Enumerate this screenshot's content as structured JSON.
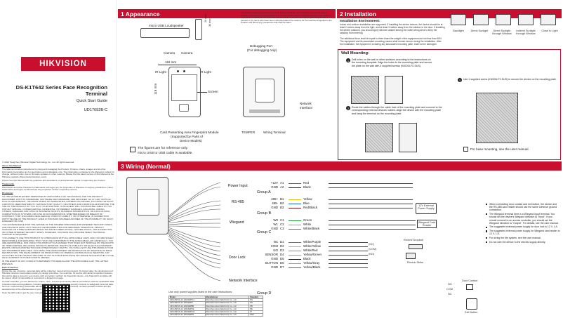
{
  "cover": {
    "logo": "HIKVISION",
    "title": "DS-K1T642 Series Face Recognition Terminal",
    "guide": "Quick Start Guide",
    "code": "UD17692B-C",
    "legal": [
      "© 2023 Hangzhou Hikvision Digital Technology Co., Ltd. All rights reserved.",
      "About this Manual",
      "The Manual includes instructions for using and managing the Product. Pictures, charts, images and all other information hereinafter are for description and explanation only. The information contained in the Manual is subject to change, without notice, due to firmware updates or other reasons. Please find the latest version of this Manual at the Hikvision website (https://www.hikvision.com/).",
      "Please use this Manual with the guidance and assistance of professionals trained in supporting the Product.",
      "Trademarks",
      "HIKVISION and other Hikvision's trademarks and logos are the properties of Hikvision in various jurisdictions. Other trademarks and logos mentioned are the properties of their respective owners.",
      "Disclaimer",
      "TO THE MAXIMUM EXTENT PERMITTED BY APPLICABLE LAW, THIS MANUAL AND THE PRODUCT DESCRIBED, WITH ITS HARDWARE, SOFTWARE AND FIRMWARE, ARE PROVIDED \"AS IS\" AND \"WITH ALL FAULTS AND ERRORS\". HIKVISION MAKES NO WARRANTIES, EXPRESS OR IMPLIED, INCLUDING WITHOUT LIMITATION, MERCHANTABILITY, SATISFACTORY QUALITY, OR FITNESS FOR A PARTICULAR PURPOSE. THE USE OF THE PRODUCT BY YOU IS AT YOUR OWN RISK. IN NO EVENT WILL HIKVISION BE LIABLE TO YOU FOR ANY SPECIAL, CONSEQUENTIAL, INCIDENTAL, OR INDIRECT DAMAGES, INCLUDING, AMONG OTHERS, DAMAGES FOR LOSS OF BUSINESS PROFITS, BUSINESS INTERRUPTION, OR LOSS OF DATA, CORRUPTION OF SYSTEMS, OR LOSS OF DOCUMENTATION, WHETHER BASED ON BREACH OF CONTRACT, TORT (INCLUDING NEGLIGENCE), PRODUCT LIABILITY, OR OTHERWISE, IN CONNECTION WITH THE USE OF THE PRODUCT, EVEN IF HIKVISION HAS BEEN ADVISED OF THE POSSIBILITY OF SUCH DAMAGES OR LOSS.",
      "YOU ACKNOWLEDGE THAT THE NATURE OF THE INTERNET PROVIDES FOR INHERENT SECURITY RISKS, AND HIKVISION SHALL NOT TAKE ANY RESPONSIBILITIES FOR ABNORMAL OPERATION, PRIVACY LEAKAGE OR OTHER DAMAGES RESULTING FROM CYBER-ATTACK, HACKER ATTACK, VIRUS INFECTION, OR OTHER INTERNET SECURITY RISKS; HOWEVER, HIKVISION WILL PROVIDE TIMELY TECHNICAL SUPPORT IF REQUIRED.",
      "YOU AGREE TO USE THIS PRODUCT IN COMPLIANCE WITH ALL APPLICABLE LAWS, AND YOU ARE SOLELY RESPONSIBLE FOR ENSURING THAT YOUR USE CONFORMS TO THE APPLICABLE LAW. ESPECIALLY, YOU ARE RESPONSIBLE, FOR USING THIS PRODUCT IN A MANNER THAT DOES NOT INFRINGE ON THE RIGHTS OF THIRD PARTIES, INCLUDING WITHOUT LIMITATION, RIGHTS OF PUBLICITY, INTELLECTUAL PROPERTY RIGHTS, OR DATA PROTECTION AND OTHER PRIVACY RIGHTS. YOU SHALL NOT USE THIS PRODUCT FOR ANY PROHIBITED END-USES, INCLUDING THE DEVELOPMENT OR PRODUCTION OF WEAPONS OF MASS DESTRUCTION, THE DEVELOPMENT OR PRODUCTION OF CHEMICAL OR BIOLOGICAL WEAPONS, ANY ACTIVITIES IN THE CONTEXT RELATED TO ANY NUCLEAR EXPLOSIVE OR UNSAFE NUCLEAR FUEL-CYCLE, OR IN SUPPORT OF HUMAN RIGHTS ABUSES.",
      "IN THE EVENT OF ANY CONFLICTS BETWEEN THIS MANUAL AND THE APPLICABLE LAW, THE LATTER PREVAILS.",
      "Data Protection",
      "During the use of device, personal data will be collected, stored and processed. To protect data, the development of Hikvision devices incorporates privacy by design principles. For example, for device with facial recognition features, biometrics data is stored in your device with encryption method; for fingerprint device, only fingerprint template will be saved, which is impossible to reconstruct a fingerprint image.",
      "As data controller, you are advised to collect, store, process and transfer data in accordance with the applicable data protection laws and regulations, including without limitation, conducting security controls to safeguard personal data, such as, implementing reasonable administrative and physical security controls, conduct periodic reviews and the assessments of the effectiveness of your security controls.",
      "Scan the QR code to get the user manual for detailed information."
    ]
  },
  "appearance": {
    "header": "1 Appearance",
    "labels": {
      "microusb": "micro USB Loudspeaker",
      "camera1": "Camera",
      "camera2": "Camera",
      "irlight1": "IR Light",
      "irlight2": "IR Light",
      "width_top": "118 mm",
      "height_side": "119 mm",
      "screen": "Screen",
      "card": "Card Presenting Area Fingerprint Module",
      "card2": "(Supported by Parts of",
      "card3": "Device Models)",
      "debug": "Debugging Port",
      "debug2": "(For debugging only)",
      "network": "Network",
      "network2": "Interface",
      "tamper": "TEMPER",
      "wiring": "Wiring Terminal",
      "dim1": "20 mm",
      "dim2": "34 mm"
    },
    "note_top": "The sticker maybe first up to the terminal. Before installing, you should strictly use the mount location. Clean the mounting surface. It is a clear that the device holding tolerance. This device is required for installation in a restricted access location, access can only be gained by service persons or by users who have been instructed about the reasons for the restrictions applied to the location and about any precautions that shall be taken.",
    "note_bottom1": "The figures are for reference only.",
    "note_bottom2": "micro USB to USB cable is available."
  },
  "installation": {
    "header": "2 Installation",
    "env_title": "Installation Environment:",
    "env_text": "Indoor and outdoor installation are supported. If installing the device indoors, the device should be at least 2 meters away from the light, and at least 3 meters away from the window or the door. If installing the device outdoors, you should apply silicone sealant among the cable wiring area to keep the raindrop from entering.",
    "env_note": "The additional force shall be equal to three times the weight of the equipment but not less than 50N. The equipment and its associated mounting means shall remain secure during the installation. After the installation, the equipment, including any associated mounting plate, shall not be damaged.",
    "icons": [
      "Backlight",
      "Direct Sunlight",
      "Direct Sunlight through Window",
      "Indirect Sunlight through Window",
      "Close to Light"
    ],
    "wall_title": "Wall Mounting:",
    "step1": "Drill holes on the wall or other surfaces according to the instructions on the mounting template. Align the holes to the mounting plate and secure the plate on the wall with 4 supplied screws (KM2X6-F2-SUS).",
    "step2": "Route the cables through the cable hole of the mounting plate and connect to the corresponding external devices' cables. Align the device with the mounting plate and hang the terminal on the mounting plate.",
    "step3": "Use 1 supplied screw (KM3X6-F2-SUS) to secure the device on the mounting plate.",
    "step_note": "For base mounting, see the user manual."
  },
  "wiring": {
    "header": "3 Wiring (Normal)",
    "groups": {
      "power": "Power Input",
      "groupA": "Group A",
      "rs485": "RS-485",
      "groupB": "Group B",
      "wiegand": "Wiegand",
      "groupC": "Group C",
      "doorlock": "Door Lock",
      "groupD": "Group D",
      "network": "Network Interface"
    },
    "pins": [
      {
        "name": "+12V",
        "id": "A1",
        "color": "Red"
      },
      {
        "name": "GND",
        "id": "A2",
        "color": "Black"
      },
      {
        "name": "485+",
        "id": "B1",
        "color": "Yellow"
      },
      {
        "name": "485-",
        "id": "B2",
        "color": "Blue"
      },
      {
        "name": "GND",
        "id": "B3",
        "color": "Red/Black"
      },
      {
        "name": "W0",
        "id": "C1",
        "color": "Green"
      },
      {
        "name": "W1",
        "id": "C2",
        "color": "White"
      },
      {
        "name": "GND",
        "id": "C3",
        "color": "White/Black"
      },
      {
        "name": "NC",
        "id": "D1",
        "color": "White/Purple"
      },
      {
        "name": "COM",
        "id": "D2",
        "color": "White/Yellow"
      },
      {
        "name": "NO",
        "id": "D3",
        "color": "White/Red"
      },
      {
        "name": "SENSOR",
        "id": "D4",
        "color": "Yellow/Green"
      },
      {
        "name": "GND",
        "id": "D5",
        "color": "Black"
      },
      {
        "name": "BUTTON",
        "id": "D6",
        "color": "Yellow/Gray"
      },
      {
        "name": "GND",
        "id": "D7",
        "color": "Yellow/Black"
      }
    ],
    "ext_power": "12V External Power Supply",
    "wiegand_reader": "Wiegand Card Reader",
    "elec_dropbolt": "Electric Dropbolt",
    "elec_strike": "Electric Strike",
    "door_contact": "Door Contact",
    "exit_button": "Exit Button",
    "relay_labels": [
      "(NC)",
      "(COM)",
      "(NO)"
    ],
    "side_relay": [
      "NO",
      "COM",
      "NC"
    ],
    "note": "Use only power supplies listed in the user instructions:",
    "table_head": [
      "Model",
      "Manufacturer",
      "Standard"
    ],
    "table_rows": [
      [
        "ADS-26FSG-12 12024EPCU",
        "Shenzhen Honor Electronic Co., Ltd.",
        "PG"
      ],
      [
        "ADS-26FSG-12 12024EPG",
        "Shenzhen Honor Electronic Co., Ltd.",
        "PG"
      ],
      [
        "ADS-26FSG-12 12024EPBR",
        "Shenzhen Honor Electronic Co., Ltd.",
        "PB"
      ],
      [
        "ADS-26FSG-12 12024EPCE",
        "Shenzhen Honor Electronic Co., Ltd.",
        "PE"
      ],
      [
        "ADS-26FSG-12 12024EPI-01",
        "Shenzhen Honor Electronic Co., Ltd.",
        "PI"
      ],
      [
        "ADS-26FSG-12 12024EPAR",
        "Shenzhen Honor Electronic Co., Ltd.",
        "PAR"
      ]
    ],
    "bullets": [
      "When connecting door contact and exit button, the device and the RS-485 card reader should use the same common ground connection.",
      "The Wiegand terminal here is a Wiegand input terminal. You should set the device's Wiegand direction to \"Input\". If you should connect to an access controller, you should set the Wiegand direction to \"Output\". For details, see the user manual.",
      "The suggested external power supply for door lock is 12 V, 1 A.",
      "The suggested external power supply for Wiegand card reader is 12 V, 1 A.",
      "For wiring the fire system, see the user manual.",
      "Do not wire the device to the electric supply directly."
    ]
  },
  "colors": {
    "accent": "#c8102e"
  }
}
